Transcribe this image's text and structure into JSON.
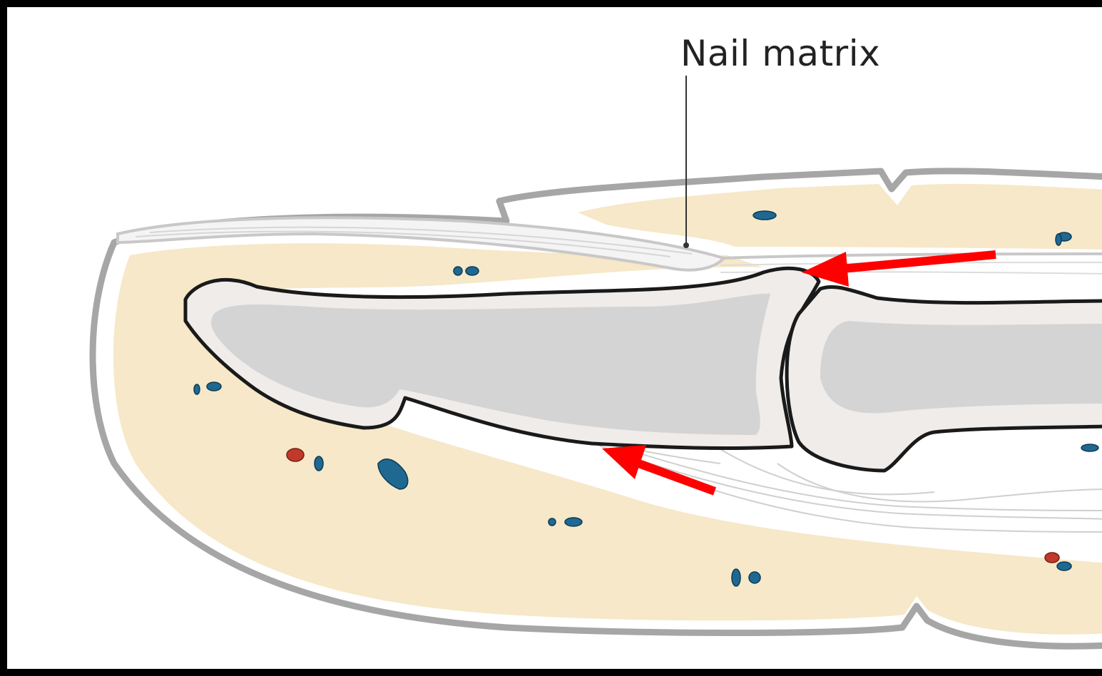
{
  "diagram": {
    "labels": {
      "nail_matrix": "Nail matrix"
    },
    "colors": {
      "skin_outline": "#a6a6a6",
      "fat_tissue": "#f6e8c8",
      "bone_cortex": "#efecea",
      "bone_marrow": "#d4d4d4",
      "bone_outline": "#1a1a1a",
      "vessel_blue": "#1f6891",
      "vessel_red": "#c0392b",
      "arrow": "#ff0000"
    },
    "annotations": [
      {
        "name": "arrow-nail-matrix-insertion",
        "color": "red"
      },
      {
        "name": "arrow-volar-plate",
        "color": "red"
      }
    ]
  }
}
